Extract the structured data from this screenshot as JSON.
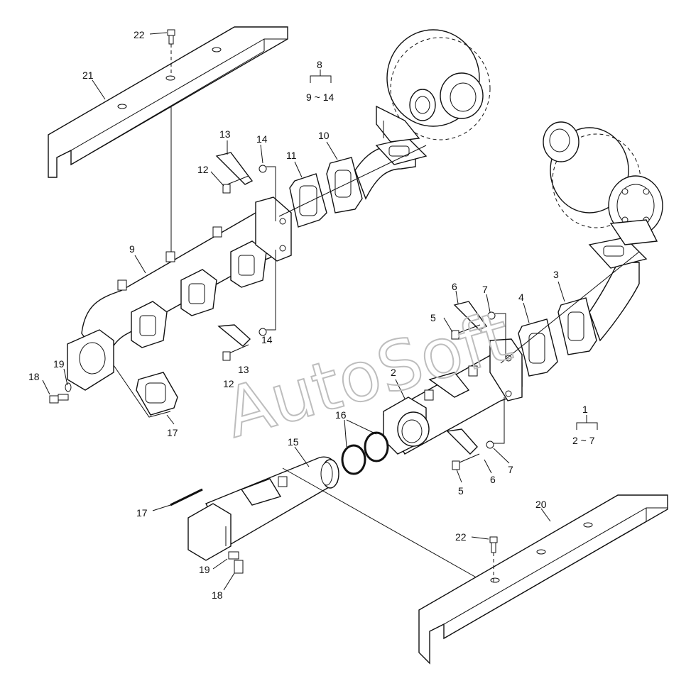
{
  "watermark": "AutoSoft",
  "callouts": {
    "n1": "1",
    "n1_range": "2 ~ 7",
    "n2": "2",
    "n3": "3",
    "n4": "4",
    "n5a": "5",
    "n5b": "5",
    "n6a": "6",
    "n6b": "6",
    "n7a": "7",
    "n7b": "7",
    "n8": "8",
    "n8_range": "9 ~ 14",
    "n9": "9",
    "n10": "10",
    "n11": "11",
    "n12a": "12",
    "n12b": "12",
    "n13a": "13",
    "n13b": "13",
    "n14a": "14",
    "n14b": "14",
    "n15": "15",
    "n16": "16",
    "n17a": "17",
    "n17b": "17",
    "n18a": "18",
    "n18b": "18",
    "n19a": "19",
    "n19b": "19",
    "n20": "20",
    "n21": "21",
    "n22a": "22",
    "n22b": "22"
  }
}
